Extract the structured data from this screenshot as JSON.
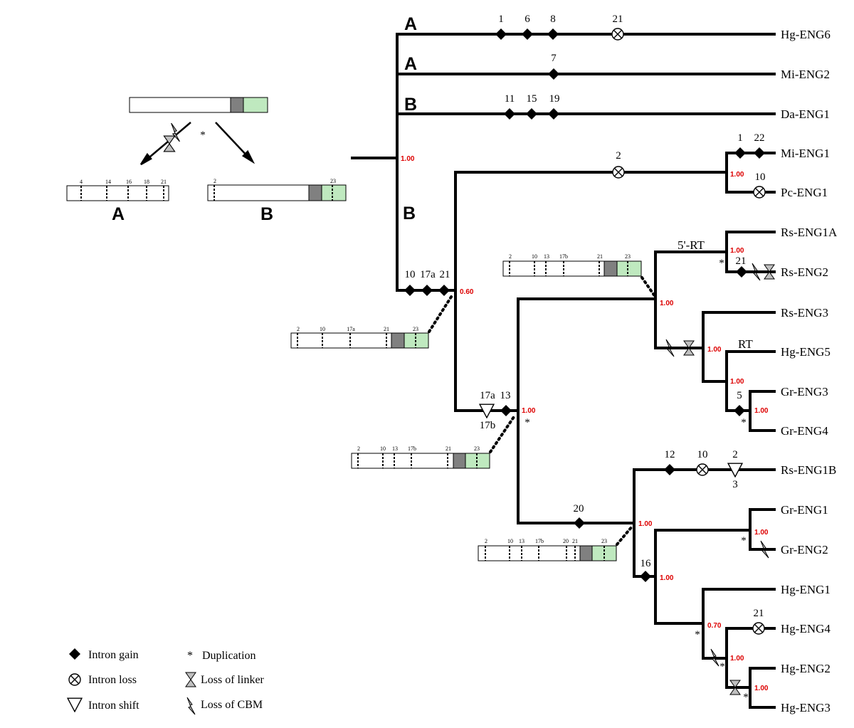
{
  "colors": {
    "line": "#000000",
    "support": "#dd0000",
    "catalytic_domain": "#bfe9bf",
    "linker": "#808080",
    "gene_box": "#ffffff",
    "mark_grey": "#c0c0c0"
  },
  "taxa": [
    {
      "id": "hg-eng6",
      "label": "Hg-ENG6"
    },
    {
      "id": "mi-eng2",
      "label": "Mi-ENG2"
    },
    {
      "id": "da-eng1",
      "label": "Da-ENG1"
    },
    {
      "id": "mi-eng1",
      "label": "Mi-ENG1"
    },
    {
      "id": "pc-eng1",
      "label": "Pc-ENG1"
    },
    {
      "id": "rs-eng1a",
      "label": "Rs-ENG1A"
    },
    {
      "id": "rs-eng2",
      "label": "Rs-ENG2"
    },
    {
      "id": "rs-eng3",
      "label": "Rs-ENG3"
    },
    {
      "id": "hg-eng5",
      "label": "Hg-ENG5"
    },
    {
      "id": "gr-eng3",
      "label": "Gr-ENG3"
    },
    {
      "id": "gr-eng4",
      "label": "Gr-ENG4"
    },
    {
      "id": "rs-eng1b",
      "label": "Rs-ENG1B"
    },
    {
      "id": "gr-eng1",
      "label": "Gr-ENG1"
    },
    {
      "id": "gr-eng2",
      "label": "Gr-ENG2"
    },
    {
      "id": "hg-eng1",
      "label": "Hg-ENG1"
    },
    {
      "id": "hg-eng4",
      "label": "Hg-ENG4"
    },
    {
      "id": "hg-eng2",
      "label": "Hg-ENG2"
    },
    {
      "id": "hg-eng3",
      "label": "Hg-ENG3"
    }
  ],
  "clade_labels": [
    "A",
    "A",
    "B",
    "B"
  ],
  "support_values": {
    "root": "1.00",
    "mi_pc": "1.00",
    "clade_b_main": "0.60",
    "node_13": "1.00",
    "rs_eng1a_2": "1.00",
    "rt_group": "1.00",
    "rs3_group": "1.00",
    "hg5_gr": "1.00",
    "gr3_gr4": "1.00",
    "node_20": "1.00",
    "gr1_gr2": "1.00",
    "node_16": "1.00",
    "hg1_group": "0.70",
    "hg4_group": "1.00",
    "hg2_hg3": "1.00"
  },
  "branch_labels": {
    "five_rt": "5'-RT",
    "rt": "RT"
  },
  "event_numbers": {
    "hg6": [
      "1",
      "6",
      "8",
      "21"
    ],
    "mi2": [
      "7"
    ],
    "da1": [
      "11",
      "15",
      "19"
    ],
    "mi_pc_loss": "2",
    "mi1": [
      "1",
      "22"
    ],
    "pc1": "10",
    "clade_b": [
      "10",
      "17a",
      "21"
    ],
    "shift_17": [
      "17a",
      "17b"
    ],
    "gain_13": "13",
    "rs2": "21",
    "gr3_gain": "5",
    "rs1b": [
      "12",
      "10",
      "2",
      "3"
    ],
    "gain_20": "20",
    "gain_16": "16",
    "hg4_loss": "21"
  },
  "gene_models": {
    "top": {
      "labels": []
    },
    "A": {
      "title": "A",
      "labels": [
        "4",
        "14",
        "16",
        "18",
        "21"
      ]
    },
    "B": {
      "title": "B",
      "labels": [
        "2",
        "23"
      ]
    },
    "m1": {
      "labels": [
        "2",
        "10",
        "17a",
        "21",
        "23"
      ]
    },
    "m2": {
      "labels": [
        "2",
        "10",
        "13",
        "17b",
        "21",
        "23"
      ]
    },
    "m3": {
      "labels": [
        "2",
        "10",
        "13",
        "17b",
        "21",
        "23"
      ]
    },
    "m4": {
      "labels": [
        "2",
        "10",
        "13",
        "17b",
        "20",
        "21",
        "23"
      ]
    }
  },
  "legend": [
    {
      "icon": "intron-gain-icon",
      "label": "Intron gain"
    },
    {
      "icon": "intron-loss-icon",
      "label": "Intron loss"
    },
    {
      "icon": "intron-shift-icon",
      "label": "Intron shift"
    },
    {
      "icon": "duplication-icon",
      "label": "Duplication"
    },
    {
      "icon": "loss-of-linker-icon",
      "label": "Loss of linker"
    },
    {
      "icon": "loss-of-cbm-icon",
      "label": "Loss of CBM"
    }
  ],
  "duplication_symbol": "*"
}
